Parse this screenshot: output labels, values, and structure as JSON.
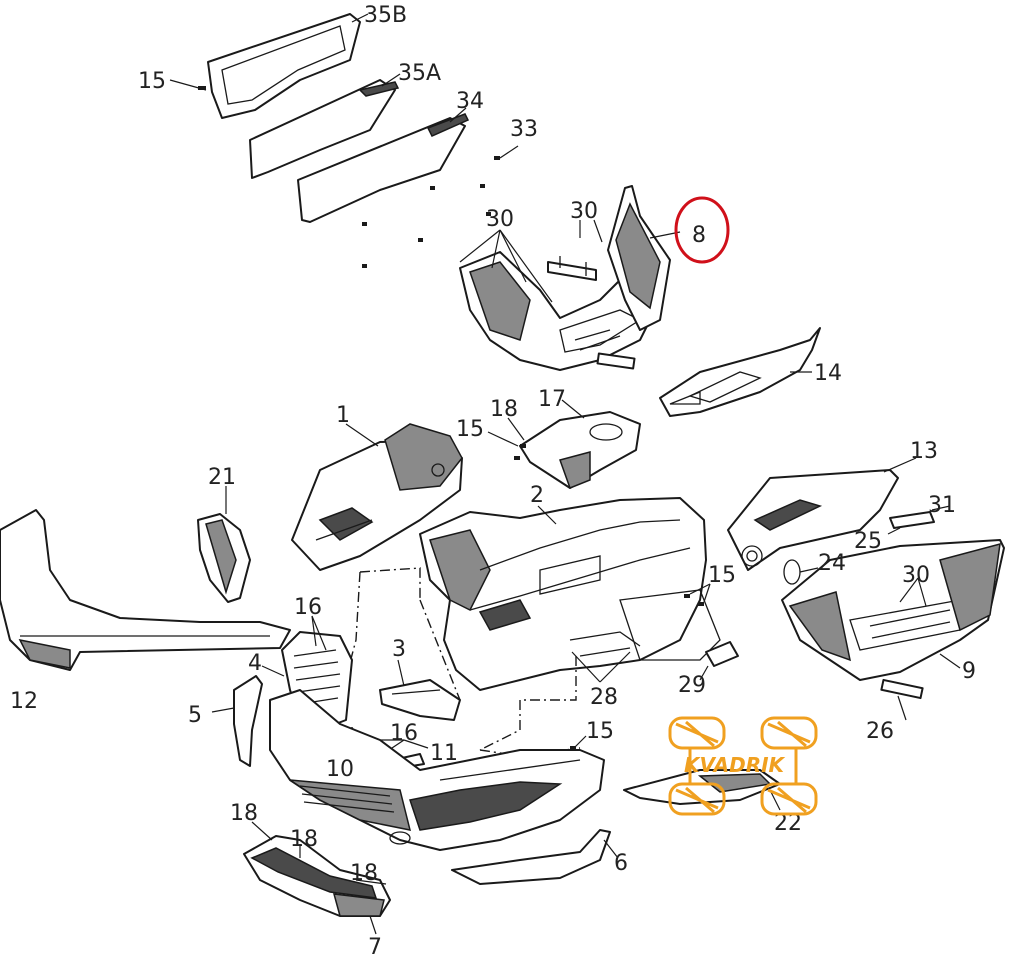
{
  "diagram": {
    "callouts": [
      {
        "id": "c35b",
        "label": "35B"
      },
      {
        "id": "c15a",
        "label": "15"
      },
      {
        "id": "c35a",
        "label": "35A"
      },
      {
        "id": "c34",
        "label": "34"
      },
      {
        "id": "c33",
        "label": "33"
      },
      {
        "id": "c30a",
        "label": "30"
      },
      {
        "id": "c30b",
        "label": "30"
      },
      {
        "id": "c8",
        "label": "8"
      },
      {
        "id": "c14",
        "label": "14"
      },
      {
        "id": "c1",
        "label": "1"
      },
      {
        "id": "c18a",
        "label": "18"
      },
      {
        "id": "c17",
        "label": "17"
      },
      {
        "id": "c15b",
        "label": "15"
      },
      {
        "id": "c13",
        "label": "13"
      },
      {
        "id": "c21",
        "label": "21"
      },
      {
        "id": "c2",
        "label": "2"
      },
      {
        "id": "c31",
        "label": "31"
      },
      {
        "id": "c25",
        "label": "25"
      },
      {
        "id": "c24",
        "label": "24"
      },
      {
        "id": "c15c",
        "label": "15"
      },
      {
        "id": "c30c",
        "label": "30"
      },
      {
        "id": "c16a",
        "label": "16"
      },
      {
        "id": "c12",
        "label": "12"
      },
      {
        "id": "c4",
        "label": "4"
      },
      {
        "id": "c3",
        "label": "3"
      },
      {
        "id": "c28",
        "label": "28"
      },
      {
        "id": "c29",
        "label": "29"
      },
      {
        "id": "c9",
        "label": "9"
      },
      {
        "id": "c5",
        "label": "5"
      },
      {
        "id": "c26",
        "label": "26"
      },
      {
        "id": "c16b",
        "label": "16"
      },
      {
        "id": "c15d",
        "label": "15"
      },
      {
        "id": "c10",
        "label": "10"
      },
      {
        "id": "c11",
        "label": "11"
      },
      {
        "id": "c22",
        "label": "22"
      },
      {
        "id": "c18b",
        "label": "18"
      },
      {
        "id": "c18c",
        "label": "18"
      },
      {
        "id": "c6",
        "label": "6"
      },
      {
        "id": "c18d",
        "label": "18"
      },
      {
        "id": "c7",
        "label": "7"
      }
    ],
    "highlight_color": "#d0101a",
    "line_color": "#1a1a1a"
  },
  "watermark": {
    "text": "KVADRIK",
    "color": "#f0a020"
  }
}
